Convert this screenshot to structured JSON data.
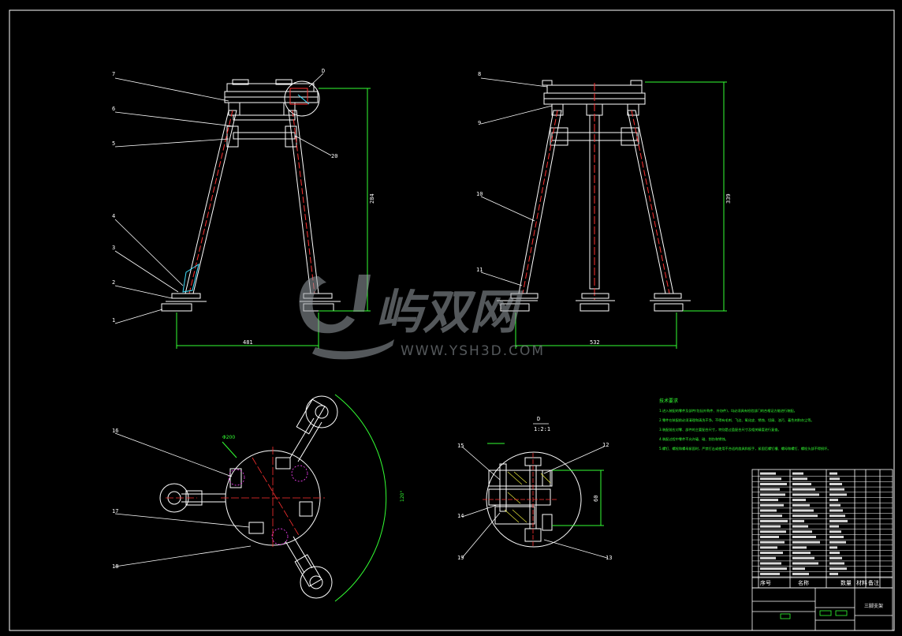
{
  "watermark": {
    "brand": "屿双网",
    "url": "WWW.YSH3D.COM"
  },
  "front_view": {
    "part_labels": [
      "7",
      "6",
      "5",
      "4",
      "3",
      "2",
      "1",
      "D",
      "20"
    ],
    "dim_height": "284",
    "dim_base": "481"
  },
  "side_view": {
    "part_labels": [
      "8",
      "9",
      "10",
      "11"
    ],
    "dim_height": "339",
    "dim_base": "532"
  },
  "top_view": {
    "part_labels": [
      "16",
      "17",
      "18"
    ],
    "dim_diameter": "Φ200",
    "dim_angle": "120°"
  },
  "detail_view": {
    "title": "D",
    "scale": "1:2:1",
    "part_labels": [
      "15",
      "14",
      "19",
      "12",
      "13"
    ],
    "dim_height": "60"
  },
  "tech_notes": {
    "heading": "技术要求",
    "lines": [
      "1.进入装配的零件及部件(包括外购件、外协件)，均必须具有检验部门的合格证方能进行装配。",
      "2.零件在装配前必须清理和清洗干净，不得有毛刺、飞边、氧化皮、锈蚀、切屑、油污、着色剂和灰尘等。",
      "3.装配前应对零、部件的主要配合尺寸，特别是过盈配合尺寸及相关精度进行复查。",
      "4.装配过程中零件不允许磕、碰、划伤和锈蚀。",
      "5.螺钉、螺栓和螺母紧固时，严禁打击或使用不合适的旋具和扳手，紧固后螺钉槽、螺母和螺钉、螺栓头部不得损坏。"
    ]
  },
  "title_block": {
    "col_headers": [
      "序号",
      "名称",
      "数量",
      "材料",
      "备注"
    ],
    "drawing_name": "三脚支架"
  }
}
